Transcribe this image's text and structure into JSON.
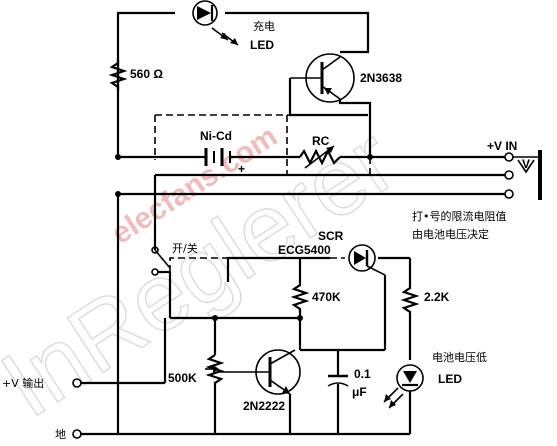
{
  "labels": {
    "charge_led": "充电\nLED",
    "r560": "560 Ω",
    "q1": "2N3638",
    "nicd": "Ni-Cd",
    "rc": "RC",
    "plus": "+",
    "vin": "+V IN",
    "vin_v": "V",
    "note1": "打•号的限流电阻值",
    "note2": "由电池电压决定",
    "switch": "开/关",
    "scr": "SCR",
    "scr_part": "ECG5400",
    "r470k": "470K",
    "r22k": "2.2K",
    "r500k": "500K",
    "q2": "2N2222",
    "c01": "0.1",
    "c_unit": "μF",
    "low_bat": "电池电压低",
    "led": "LED",
    "vout": "+V 输出",
    "ground": "地"
  },
  "watermarks": {
    "elecfans": "elecfans.com",
    "big": "InReglerer"
  }
}
